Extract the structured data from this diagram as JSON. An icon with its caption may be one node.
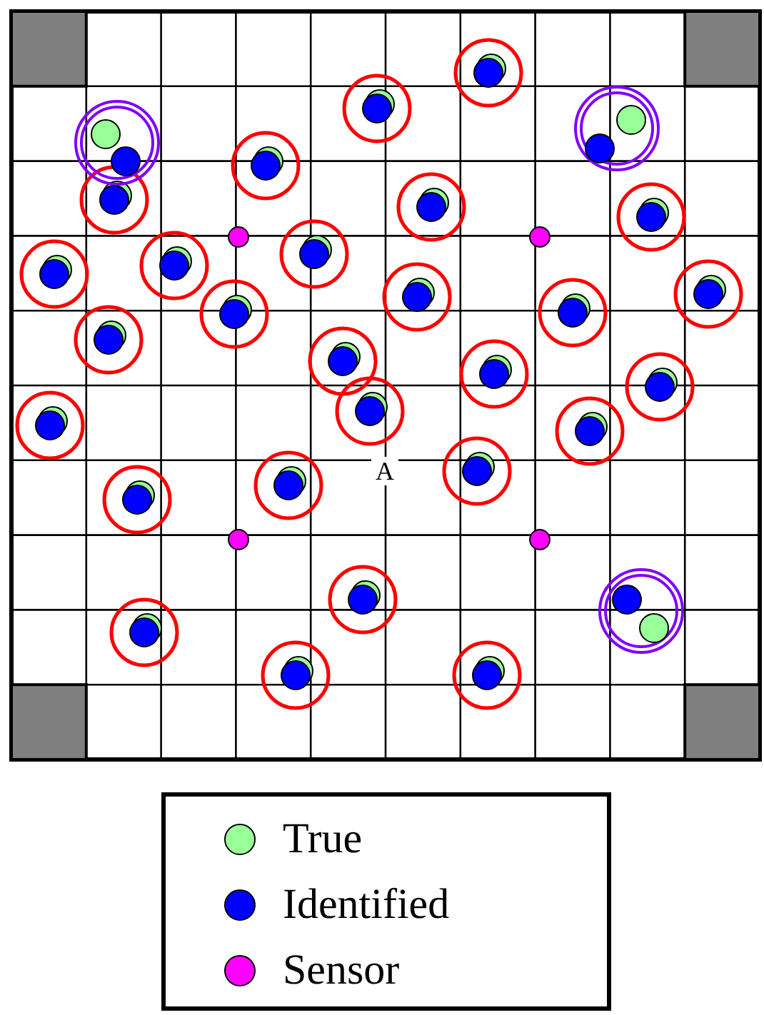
{
  "diagram": {
    "labels": [
      "A"
    ],
    "legend": [
      {
        "text": "True",
        "color": "#99ff99"
      },
      {
        "text": "Identified",
        "color": "#0000ff"
      },
      {
        "text": "Sensor",
        "color": "#ff00ff"
      }
    ]
  }
}
